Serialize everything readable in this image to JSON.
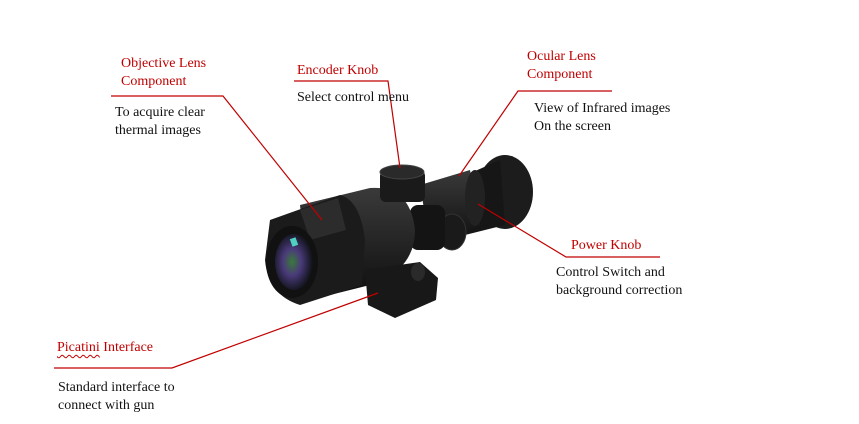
{
  "title": "Thermal scope components",
  "labels": {
    "objective": {
      "title1": "Objective Lens",
      "title2": "Component",
      "desc1": "To acquire clear",
      "desc2": "thermal images"
    },
    "encoder": {
      "title": "Encoder Knob",
      "desc": "Select control menu"
    },
    "ocular": {
      "title1": "Ocular Lens",
      "title2": "Component",
      "desc1": "View of Infrared images",
      "desc2": "On the screen"
    },
    "power": {
      "title": "Power Knob",
      "desc1": "Control Switch and",
      "desc2": "background correction"
    },
    "picatini": {
      "title_word": "Picatini",
      "title_rest": " Interface",
      "desc1": "Standard interface to",
      "desc2": "connect with gun"
    }
  },
  "colors": {
    "accent": "#c00000",
    "text": "#111111"
  }
}
